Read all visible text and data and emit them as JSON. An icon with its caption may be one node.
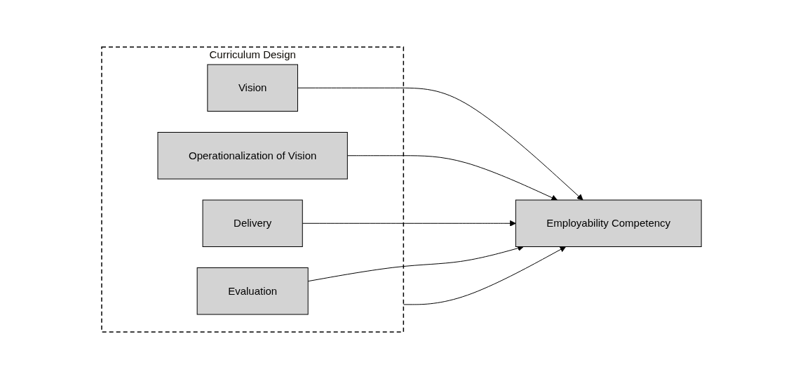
{
  "diagram": {
    "nodes": [
      {
        "text": [
          "Curriculum Design"
        ]
      },
      {
        "text": [
          "Vision"
        ],
        "in": 0
      },
      {
        "text": [
          "Operationalization of Vision"
        ],
        "in": 0
      },
      {
        "text": [
          "Delivery"
        ],
        "in": 0
      },
      {
        "text": [
          "Evaluation"
        ],
        "in": 0
      },
      {
        "text": [
          "Employability Competency"
        ]
      }
    ],
    "edges": [
      {
        "from": 0,
        "to": 5,
        "arrow": "to"
      },
      {
        "from": 1,
        "to": 5,
        "arrow": "to"
      },
      {
        "from": 2,
        "to": 5,
        "arrow": "to"
      },
      {
        "from": 3,
        "to": 5,
        "arrow": "to"
      },
      {
        "from": 4,
        "to": 5,
        "arrow": "to"
      }
    ]
  }
}
